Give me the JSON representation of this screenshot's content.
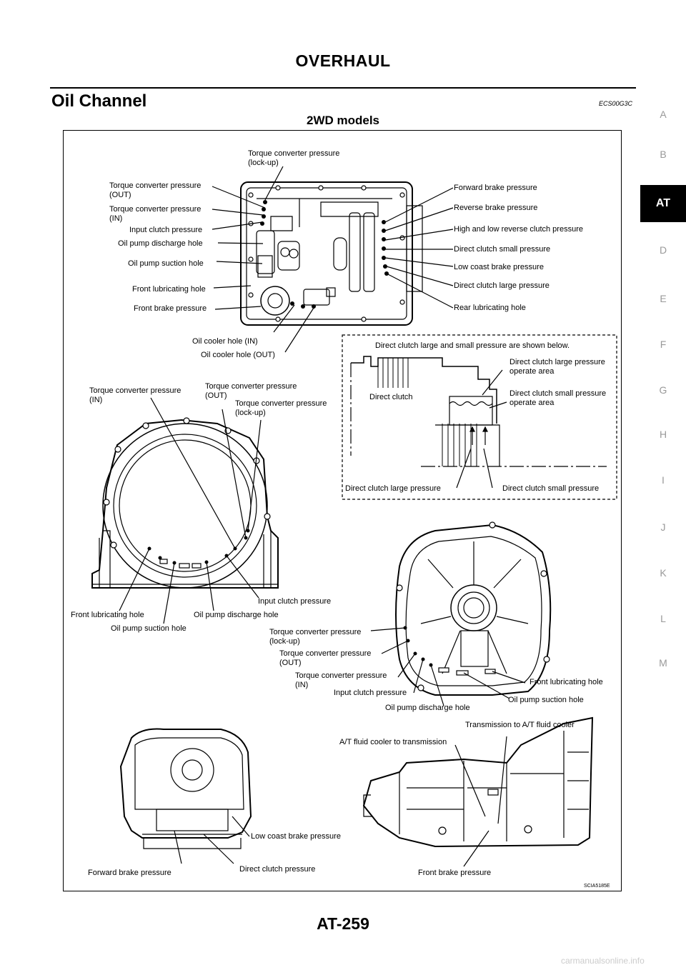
{
  "header": {
    "title": "OVERHAUL"
  },
  "section": {
    "title": "Oil Channel",
    "code": "ECS00G3C"
  },
  "figure": {
    "subtitle": "2WD models",
    "code": "SCIA5185E",
    "valve": {
      "l1": "Torque converter pressure\n(lock-up)",
      "l2": "Torque converter pressure\n(OUT)",
      "l3": "Torque converter pressure\n(IN)",
      "l4": "Input clutch pressure",
      "l5": "Oil pump discharge hole",
      "l6": "Oil pump suction hole",
      "l7": "Front lubricating hole",
      "l8": "Front brake pressure",
      "l9": "Oil cooler hole (IN)",
      "l10": "Oil cooler hole (OUT)",
      "r1": "Forward brake pressure",
      "r2": "Reverse brake pressure",
      "r3": "High and low reverse clutch pressure",
      "r4": "Direct clutch small pressure",
      "r5": "Low coast brake pressure",
      "r6": "Direct clutch large pressure",
      "r7": "Rear lubricating hole"
    },
    "inset": {
      "title": "Direct clutch large and small pressure are shown below.",
      "clutch": "Direct clutch",
      "large_area": "Direct clutch large pressure\noperate area",
      "small_area": "Direct clutch small pressure\noperate area",
      "large": "Direct clutch large pressure",
      "small": "Direct clutch small pressure"
    },
    "housing": {
      "tc_in": "Torque converter pressure\n(IN)",
      "tc_out": "Torque converter pressure\n(OUT)",
      "tc_lock": "Torque converter pressure\n(lock-up)",
      "input": "Input clutch pressure",
      "front_lub": "Front lubricating hole",
      "suction": "Oil pump suction hole",
      "discharge": "Oil pump discharge hole"
    },
    "pump": {
      "tc_lock": "Torque converter pressure\n(lock-up)",
      "tc_out": "Torque converter pressure\n(OUT)",
      "tc_in": "Torque converter pressure\n(IN)",
      "input": "Input clutch pressure",
      "discharge": "Oil pump discharge hole",
      "suction": "Oil pump suction hole",
      "front_lub": "Front lubricating hole"
    },
    "bottom": {
      "low_coast": "Low coast brake pressure",
      "forward": "Forward brake pressure",
      "direct": "Direct clutch pressure",
      "cooler_to": "A/T fluid cooler to transmission",
      "to_cooler": "Transmission to A/T fluid cooler",
      "front_brake": "Front brake pressure"
    }
  },
  "side_tabs": [
    "A",
    "B",
    "AT",
    "D",
    "E",
    "F",
    "G",
    "H",
    "I",
    "J",
    "K",
    "L",
    "M"
  ],
  "footer": {
    "page": "AT-259"
  },
  "watermark": "carmanualsonline.info"
}
